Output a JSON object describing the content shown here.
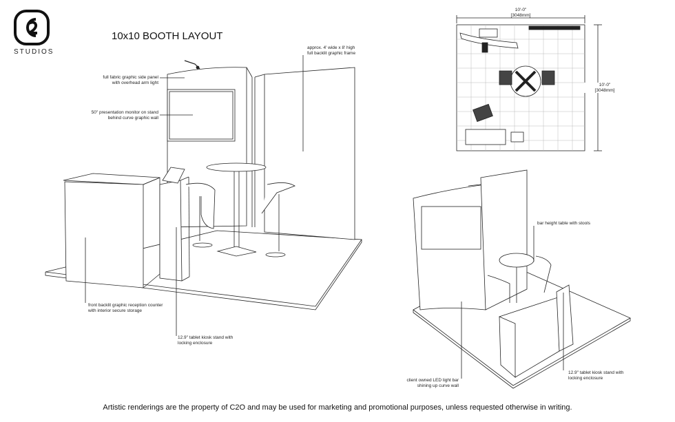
{
  "brand": {
    "logo_text": "C2O",
    "name": "STUDIOS"
  },
  "title": "10x10 BOOTH LAYOUT",
  "main_view": {
    "annotations": {
      "side_panel": [
        "full fabric graphic side panel",
        "with overhead arm light"
      ],
      "monitor": [
        "50\" presentation monitor on stand",
        "behind curve graphic wall"
      ],
      "frame": [
        "approx. 4' wide x 8' high",
        "full backlit graphic frame"
      ],
      "counter": [
        "front backlit graphic reception counter",
        "with interior secure storage"
      ],
      "kiosk": [
        "12.9\" tablet kiosk stand with",
        "locking enclosure"
      ]
    }
  },
  "plan_view": {
    "width_dim": [
      "10'-0\"",
      "[3048mm]"
    ],
    "depth_dim": [
      "10'-0\"",
      "[3048mm]"
    ]
  },
  "iso_view": {
    "annotations": {
      "table": [
        "bar height table with stools"
      ],
      "light_bar": [
        "client owned LED light bar",
        "shining up curve wall"
      ],
      "kiosk": [
        "12.9\" tablet kiosk stand with",
        "locking enclosure"
      ]
    }
  },
  "footer": "Artistic renderings are the property of C2O and may be used for marketing and promotional purposes, unless requested otherwise in writing."
}
